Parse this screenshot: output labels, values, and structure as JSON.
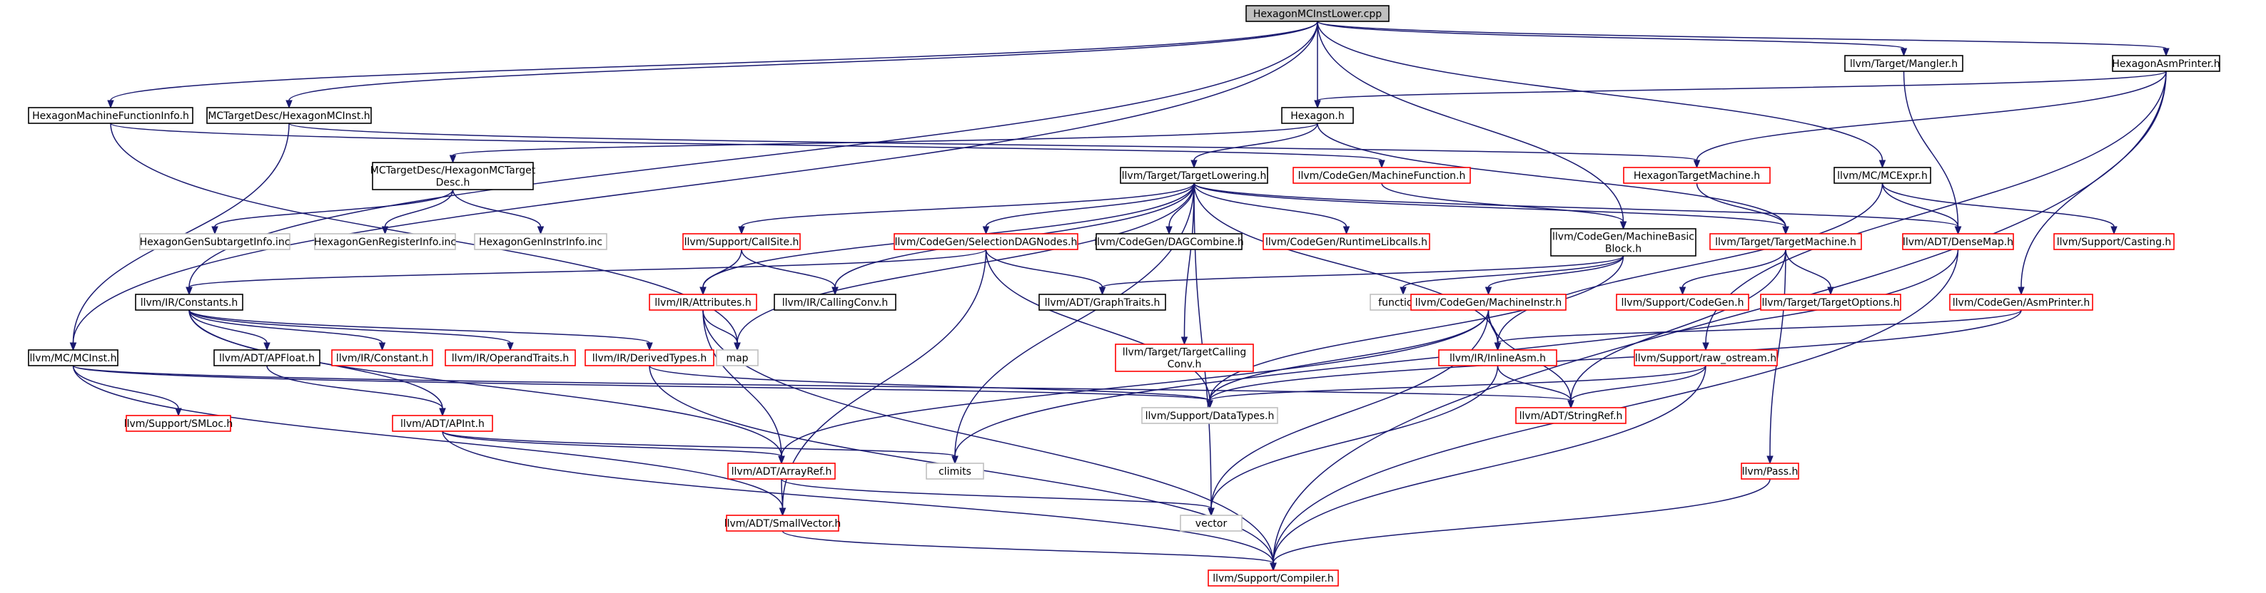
{
  "colors": {
    "edge": "#191970",
    "root_fill": "#bfbfbf",
    "documented_border": "#000000",
    "undocumented_border": "#ff0000",
    "external_border": "#bfbfbf",
    "background": "#ffffff"
  },
  "nodes": [
    {
      "id": "root",
      "style": "root",
      "lines": [
        "HexagonMCInstLower.cpp"
      ]
    },
    {
      "id": "hexmfi",
      "style": "black",
      "lines": [
        "HexagonMachineFunctionInfo.h"
      ]
    },
    {
      "id": "mctdinst",
      "style": "black",
      "lines": [
        "MCTargetDesc/HexagonMCInst.h"
      ]
    },
    {
      "id": "hexagonh",
      "style": "black",
      "lines": [
        "Hexagon.h"
      ]
    },
    {
      "id": "mangler",
      "style": "black",
      "lines": [
        "llvm/Target/Mangler.h"
      ]
    },
    {
      "id": "asmprinter_hex",
      "style": "black",
      "lines": [
        "HexagonAsmPrinter.h"
      ]
    },
    {
      "id": "mctdtarget",
      "style": "black",
      "lines": [
        "MCTargetDesc/HexagonMCTarget",
        "Desc.h"
      ]
    },
    {
      "id": "tlowering",
      "style": "black",
      "lines": [
        "llvm/Target/TargetLowering.h"
      ]
    },
    {
      "id": "cgmf",
      "style": "red",
      "lines": [
        "llvm/CodeGen/MachineFunction.h"
      ]
    },
    {
      "id": "hextm",
      "style": "red",
      "lines": [
        "HexagonTargetMachine.h"
      ]
    },
    {
      "id": "mcexpr",
      "style": "black",
      "lines": [
        "llvm/MC/MCExpr.h"
      ]
    },
    {
      "id": "subtgt",
      "style": "gray",
      "lines": [
        "HexagonGenSubtargetInfo.inc"
      ]
    },
    {
      "id": "reginfo",
      "style": "gray",
      "lines": [
        "HexagonGenRegisterInfo.inc"
      ]
    },
    {
      "id": "instinfo",
      "style": "gray",
      "lines": [
        "HexagonGenInstrInfo.inc"
      ]
    },
    {
      "id": "callsite",
      "style": "red",
      "lines": [
        "llvm/Support/CallSite.h"
      ]
    },
    {
      "id": "seldag",
      "style": "red",
      "lines": [
        "llvm/CodeGen/SelectionDAGNodes.h"
      ]
    },
    {
      "id": "dagcombine",
      "style": "black",
      "lines": [
        "llvm/CodeGen/DAGCombine.h"
      ]
    },
    {
      "id": "rtlibcalls",
      "style": "red",
      "lines": [
        "llvm/CodeGen/RuntimeLibcalls.h"
      ]
    },
    {
      "id": "mbb",
      "style": "black",
      "lines": [
        "llvm/CodeGen/MachineBasic",
        "Block.h"
      ]
    },
    {
      "id": "targettm",
      "style": "red",
      "lines": [
        "llvm/Target/TargetMachine.h"
      ]
    },
    {
      "id": "densemap",
      "style": "red",
      "lines": [
        "llvm/ADT/DenseMap.h"
      ]
    },
    {
      "id": "casting",
      "style": "red",
      "lines": [
        "llvm/Support/Casting.h"
      ]
    },
    {
      "id": "constants",
      "style": "black",
      "lines": [
        "llvm/IR/Constants.h"
      ]
    },
    {
      "id": "attributes",
      "style": "red",
      "lines": [
        "llvm/IR/Attributes.h"
      ]
    },
    {
      "id": "callingconv",
      "style": "black",
      "lines": [
        "llvm/IR/CallingConv.h"
      ]
    },
    {
      "id": "graphtraits",
      "style": "black",
      "lines": [
        "llvm/ADT/GraphTraits.h"
      ]
    },
    {
      "id": "functional",
      "style": "gray",
      "lines": [
        "functional"
      ]
    },
    {
      "id": "machineinstr",
      "style": "red",
      "lines": [
        "llvm/CodeGen/MachineInstr.h"
      ]
    },
    {
      "id": "cgcodegen",
      "style": "red",
      "lines": [
        "llvm/Support/CodeGen.h"
      ]
    },
    {
      "id": "targetopts",
      "style": "red",
      "lines": [
        "llvm/Target/TargetOptions.h"
      ]
    },
    {
      "id": "cgasmprinter",
      "style": "red",
      "lines": [
        "llvm/CodeGen/AsmPrinter.h"
      ]
    },
    {
      "id": "map",
      "style": "gray",
      "lines": [
        "map"
      ]
    },
    {
      "id": "mcinst",
      "style": "black",
      "lines": [
        "llvm/MC/MCInst.h"
      ]
    },
    {
      "id": "apfloat",
      "style": "black",
      "lines": [
        "llvm/ADT/APFloat.h"
      ]
    },
    {
      "id": "irconstant",
      "style": "red",
      "lines": [
        "llvm/IR/Constant.h"
      ]
    },
    {
      "id": "optraits",
      "style": "red",
      "lines": [
        "llvm/IR/OperandTraits.h"
      ]
    },
    {
      "id": "derivedtypes",
      "style": "red",
      "lines": [
        "llvm/IR/DerivedTypes.h"
      ]
    },
    {
      "id": "tcallingconv",
      "style": "red",
      "lines": [
        "llvm/Target/TargetCalling",
        "Conv.h"
      ]
    },
    {
      "id": "inlineasm",
      "style": "red",
      "lines": [
        "llvm/IR/InlineAsm.h"
      ]
    },
    {
      "id": "rawostream",
      "style": "red",
      "lines": [
        "llvm/Support/raw_ostream.h"
      ]
    },
    {
      "id": "smloc",
      "style": "red",
      "lines": [
        "llvm/Support/SMLoc.h"
      ]
    },
    {
      "id": "apint",
      "style": "red",
      "lines": [
        "llvm/ADT/APInt.h"
      ]
    },
    {
      "id": "datatypes",
      "style": "gray",
      "lines": [
        "llvm/Support/DataTypes.h"
      ]
    },
    {
      "id": "stringref",
      "style": "red",
      "lines": [
        "llvm/ADT/StringRef.h"
      ]
    },
    {
      "id": "climits",
      "style": "gray",
      "lines": [
        "climits"
      ]
    },
    {
      "id": "arrayref",
      "style": "red",
      "lines": [
        "llvm/ADT/ArrayRef.h"
      ]
    },
    {
      "id": "pass",
      "style": "red",
      "lines": [
        "llvm/Pass.h"
      ]
    },
    {
      "id": "vector",
      "style": "gray",
      "lines": [
        "vector"
      ]
    },
    {
      "id": "smallvector",
      "style": "red",
      "lines": [
        "llvm/ADT/SmallVector.h"
      ]
    },
    {
      "id": "compiler",
      "style": "red",
      "lines": [
        "llvm/Support/Compiler.h"
      ]
    }
  ],
  "edges": [
    [
      "root",
      "hexmfi"
    ],
    [
      "root",
      "mctdinst"
    ],
    [
      "root",
      "hexagonh"
    ],
    [
      "root",
      "mangler"
    ],
    [
      "root",
      "asmprinter_hex"
    ],
    [
      "root",
      "mbb"
    ],
    [
      "root",
      "mcexpr"
    ],
    [
      "root",
      "constants"
    ],
    [
      "root",
      "mcinst"
    ],
    [
      "hexmfi",
      "cgmf"
    ],
    [
      "hexmfi",
      "map"
    ],
    [
      "mctdinst",
      "mcinst"
    ],
    [
      "mctdinst",
      "hextm"
    ],
    [
      "hexagonh",
      "mctdtarget"
    ],
    [
      "hexagonh",
      "tlowering"
    ],
    [
      "hexagonh",
      "targettm"
    ],
    [
      "mangler",
      "densemap"
    ],
    [
      "asmprinter_hex",
      "hexagonh"
    ],
    [
      "asmprinter_hex",
      "hextm"
    ],
    [
      "asmprinter_hex",
      "cgasmprinter"
    ],
    [
      "asmprinter_hex",
      "rawostream"
    ],
    [
      "asmprinter_hex",
      "compiler"
    ],
    [
      "mctdtarget",
      "subtgt"
    ],
    [
      "mctdtarget",
      "reginfo"
    ],
    [
      "mctdtarget",
      "instinfo"
    ],
    [
      "tlowering",
      "callsite"
    ],
    [
      "tlowering",
      "seldag"
    ],
    [
      "tlowering",
      "dagcombine"
    ],
    [
      "tlowering",
      "rtlibcalls"
    ],
    [
      "tlowering",
      "targettm"
    ],
    [
      "tlowering",
      "densemap"
    ],
    [
      "tlowering",
      "attributes"
    ],
    [
      "tlowering",
      "callingconv"
    ],
    [
      "tlowering",
      "map"
    ],
    [
      "tlowering",
      "climits"
    ],
    [
      "tlowering",
      "tcallingconv"
    ],
    [
      "tlowering",
      "inlineasm"
    ],
    [
      "tlowering",
      "vector"
    ],
    [
      "cgmf",
      "mbb"
    ],
    [
      "hextm",
      "targettm"
    ],
    [
      "mcexpr",
      "densemap"
    ],
    [
      "mcexpr",
      "casting"
    ],
    [
      "mcexpr",
      "inlineasm"
    ],
    [
      "callsite",
      "attributes"
    ],
    [
      "callsite",
      "callingconv"
    ],
    [
      "seldag",
      "constants"
    ],
    [
      "seldag",
      "graphtraits"
    ],
    [
      "seldag",
      "datatypes"
    ],
    [
      "seldag",
      "smallvector"
    ],
    [
      "mbb",
      "graphtraits"
    ],
    [
      "mbb",
      "functional"
    ],
    [
      "mbb",
      "machineinstr"
    ],
    [
      "mbb",
      "datatypes"
    ],
    [
      "targettm",
      "cgcodegen"
    ],
    [
      "targettm",
      "targetopts"
    ],
    [
      "targettm",
      "pass"
    ],
    [
      "targettm",
      "stringref"
    ],
    [
      "densemap",
      "compiler"
    ],
    [
      "densemap",
      "climits"
    ],
    [
      "constants",
      "apfloat"
    ],
    [
      "constants",
      "irconstant"
    ],
    [
      "constants",
      "optraits"
    ],
    [
      "constants",
      "derivedtypes"
    ],
    [
      "constants",
      "apint"
    ],
    [
      "constants",
      "arrayref"
    ],
    [
      "attributes",
      "map"
    ],
    [
      "attributes",
      "arrayref"
    ],
    [
      "attributes",
      "compiler"
    ],
    [
      "machineinstr",
      "inlineasm"
    ],
    [
      "machineinstr",
      "datatypes"
    ],
    [
      "machineinstr",
      "stringref"
    ],
    [
      "machineinstr",
      "arrayref"
    ],
    [
      "machineinstr",
      "vector"
    ],
    [
      "cgasmprinter",
      "inlineasm"
    ],
    [
      "cgasmprinter",
      "datatypes"
    ],
    [
      "mcinst",
      "smloc"
    ],
    [
      "mcinst",
      "datatypes"
    ],
    [
      "mcinst",
      "stringref"
    ],
    [
      "mcinst",
      "smallvector"
    ],
    [
      "apfloat",
      "apint"
    ],
    [
      "derivedtypes",
      "datatypes"
    ],
    [
      "derivedtypes",
      "compiler"
    ],
    [
      "inlineasm",
      "stringref"
    ],
    [
      "inlineasm",
      "vector"
    ],
    [
      "rawostream",
      "datatypes"
    ],
    [
      "rawostream",
      "stringref"
    ],
    [
      "rawostream",
      "compiler"
    ],
    [
      "apint",
      "arrayref"
    ],
    [
      "apint",
      "climits"
    ],
    [
      "apint",
      "compiler"
    ],
    [
      "arrayref",
      "smallvector"
    ],
    [
      "arrayref",
      "vector"
    ],
    [
      "pass",
      "compiler"
    ],
    [
      "smallvector",
      "compiler"
    ]
  ]
}
